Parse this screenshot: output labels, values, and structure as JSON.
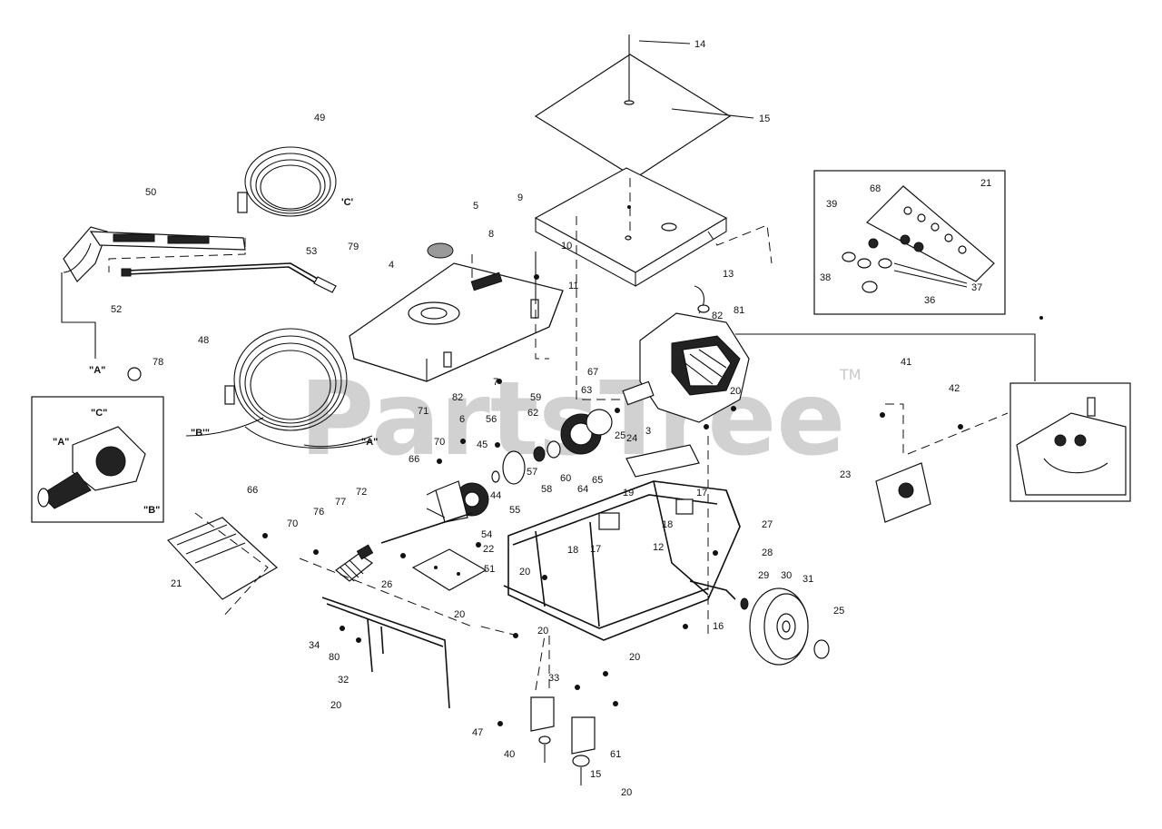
{
  "watermark": {
    "text": "PartsTree",
    "tm": "TM"
  },
  "callouts": {
    "a": "\"A\"",
    "b": "\"B\"",
    "c": "\"C\"",
    "a2": "\"A\"",
    "b2": "\"B\"",
    "c2": "\"C\"",
    "a3": "\"A\"",
    "b3": "\"B'\"",
    "c3": "'C'"
  },
  "labels": [
    "14",
    "15",
    "49",
    "50",
    "5",
    "9",
    "8",
    "10",
    "11",
    "13",
    "21",
    "68",
    "39",
    "38",
    "37",
    "36",
    "53",
    "79",
    "52",
    "4",
    "81",
    "82",
    "78",
    "48",
    "82",
    "7",
    "67",
    "63",
    "59",
    "62",
    "6",
    "56",
    "71",
    "45",
    "70",
    "66",
    "58",
    "60",
    "64",
    "65",
    "57",
    "55",
    "44",
    "54",
    "25",
    "24",
    "3",
    "20",
    "41",
    "42",
    "23",
    "19",
    "17",
    "18",
    "17",
    "18",
    "12",
    "27",
    "28",
    "29",
    "30",
    "31",
    "25",
    "66",
    "70",
    "76",
    "77",
    "72",
    "22",
    "26",
    "21",
    "20",
    "51",
    "20",
    "20",
    "16",
    "33",
    "34",
    "80",
    "32",
    "20",
    "47",
    "40",
    "61",
    "15",
    "20",
    "20"
  ]
}
